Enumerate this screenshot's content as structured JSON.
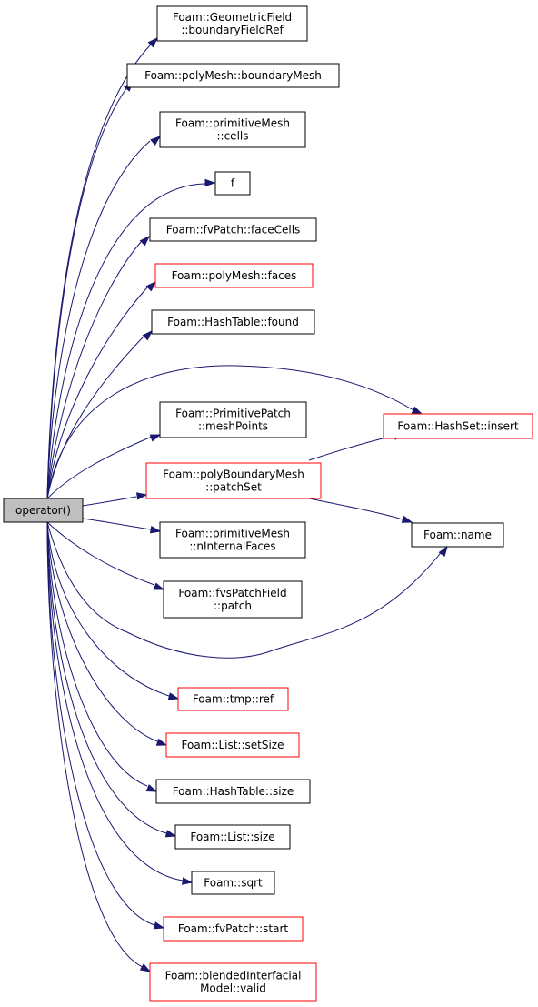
{
  "colors": {
    "edge": "#191970",
    "border_normal": "#000000",
    "border_red": "#ff0000",
    "root_fill": "#bfbfbf",
    "node_fill": "#ffffff"
  },
  "nodes": {
    "root": {
      "lines": [
        "operator()"
      ],
      "style": "root"
    },
    "boundaryFieldRef": {
      "lines": [
        "Foam::GeometricField",
        "::boundaryFieldRef"
      ],
      "style": "normal"
    },
    "boundaryMesh": {
      "lines": [
        "Foam::polyMesh::boundaryMesh"
      ],
      "style": "normal"
    },
    "cells": {
      "lines": [
        "Foam::primitiveMesh",
        "::cells"
      ],
      "style": "normal"
    },
    "f": {
      "lines": [
        "f"
      ],
      "style": "normal"
    },
    "faceCells": {
      "lines": [
        "Foam::fvPatch::faceCells"
      ],
      "style": "normal"
    },
    "faces": {
      "lines": [
        "Foam::polyMesh::faces"
      ],
      "style": "red"
    },
    "found": {
      "lines": [
        "Foam::HashTable::found"
      ],
      "style": "normal"
    },
    "meshPoints": {
      "lines": [
        "Foam::PrimitivePatch",
        "::meshPoints"
      ],
      "style": "normal"
    },
    "insert": {
      "lines": [
        "Foam::HashSet::insert"
      ],
      "style": "red"
    },
    "patchSet": {
      "lines": [
        "Foam::polyBoundaryMesh",
        "::patchSet"
      ],
      "style": "red"
    },
    "name": {
      "lines": [
        "Foam::name"
      ],
      "style": "normal"
    },
    "nInternalFaces": {
      "lines": [
        "Foam::primitiveMesh",
        "::nInternalFaces"
      ],
      "style": "normal"
    },
    "patch": {
      "lines": [
        "Foam::fvsPatchField",
        "::patch"
      ],
      "style": "normal"
    },
    "ref": {
      "lines": [
        "Foam::tmp::ref"
      ],
      "style": "red"
    },
    "setSize": {
      "lines": [
        "Foam::List::setSize"
      ],
      "style": "red"
    },
    "hashSize": {
      "lines": [
        "Foam::HashTable::size"
      ],
      "style": "normal"
    },
    "listSize": {
      "lines": [
        "Foam::List::size"
      ],
      "style": "normal"
    },
    "sqrt": {
      "lines": [
        "Foam::sqrt"
      ],
      "style": "normal"
    },
    "start": {
      "lines": [
        "Foam::fvPatch::start"
      ],
      "style": "red"
    },
    "valid": {
      "lines": [
        "Foam::blendedInterfacial",
        "Model::valid"
      ],
      "style": "red"
    }
  }
}
